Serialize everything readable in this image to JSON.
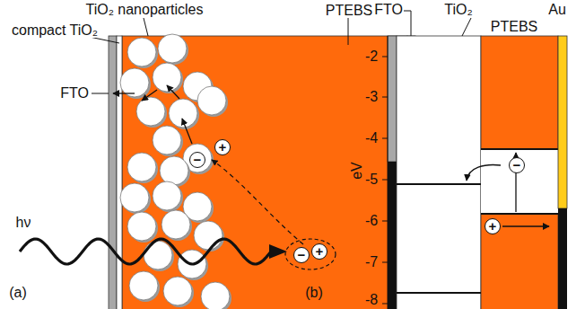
{
  "diagram": {
    "labels": [
      "TiO₂ nanoparticles",
      "compact TiO₂",
      "Au",
      "PTEBS",
      "FTO",
      "hν",
      "(a)",
      "−",
      "+",
      "−",
      "+",
      "TiO₂",
      "FTO",
      "PTEBS",
      "Au",
      "eV",
      "-2",
      "-3",
      "-4",
      "-5",
      "-6",
      "-7",
      "-8",
      "(b)",
      "−",
      "+"
    ]
  }
}
